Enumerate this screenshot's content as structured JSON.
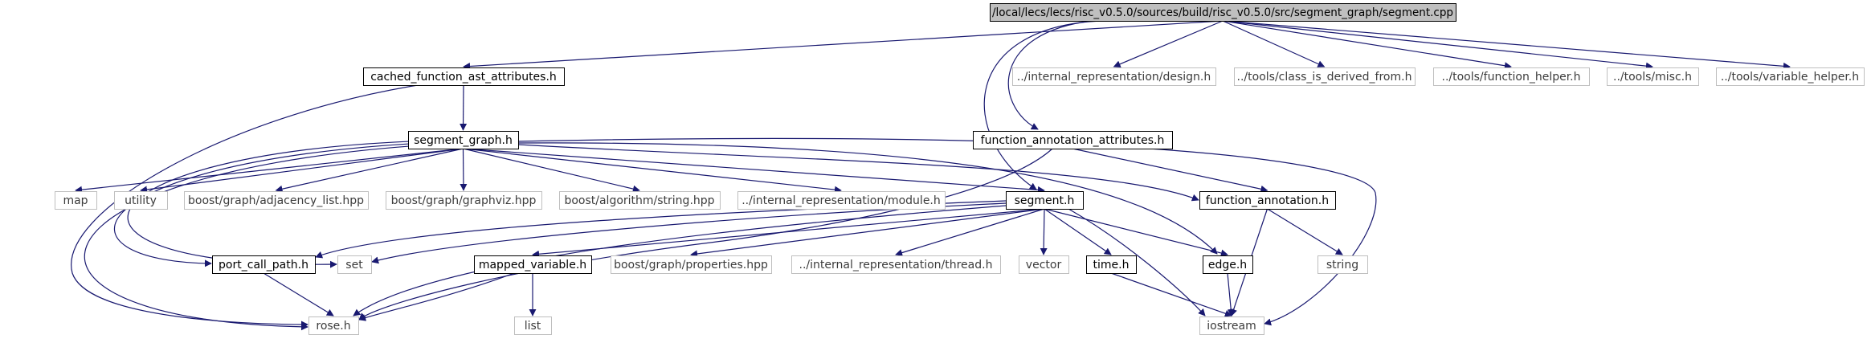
{
  "colors": {
    "edge": "#191970",
    "internal_border": "#000000",
    "external_border": "#bfbfbf",
    "root_fill": "#bfbfbf",
    "background": "#ffffff"
  },
  "nodes": {
    "root": "/local/lecs/lecs/risc_v0.5.0/sources/build/risc_v0.5.0/src/segment_graph/segment.cpp",
    "cached": "cached_function_ast_attributes.h",
    "design": "../internal_representation/design.h",
    "derived": "../tools/class_is_derived_from.h",
    "funchelper": "../tools/function_helper.h",
    "misc": "../tools/misc.h",
    "varhelper": "../tools/variable_helper.h",
    "seggraph": "segment_graph.h",
    "faa": "function_annotation_attributes.h",
    "map": "map",
    "utility": "utility",
    "adjlist": "boost/graph/adjacency_list.hpp",
    "graphviz": "boost/graph/graphviz.hpp",
    "algstr": "boost/algorithm/string.hpp",
    "module": "../internal_representation/module.h",
    "segh": "segment.h",
    "funcann": "function_annotation.h",
    "portcall": "port_call_path.h",
    "set": "set",
    "mapvar": "mapped_variable.h",
    "props": "boost/graph/properties.hpp",
    "thread": "../internal_representation/thread.h",
    "vector": "vector",
    "time": "time.h",
    "edge": "edge.h",
    "string": "string",
    "rose": "rose.h",
    "list": "list",
    "iostream": "iostream"
  },
  "edges": [
    [
      "root",
      "cached"
    ],
    [
      "root",
      "design"
    ],
    [
      "root",
      "derived"
    ],
    [
      "root",
      "funchelper"
    ],
    [
      "root",
      "misc"
    ],
    [
      "root",
      "varhelper"
    ],
    [
      "root",
      "faa"
    ],
    [
      "root",
      "segh"
    ],
    [
      "cached",
      "seggraph"
    ],
    [
      "cached",
      "rose"
    ],
    [
      "seggraph",
      "map"
    ],
    [
      "seggraph",
      "utility"
    ],
    [
      "seggraph",
      "adjlist"
    ],
    [
      "seggraph",
      "graphviz"
    ],
    [
      "seggraph",
      "algstr"
    ],
    [
      "seggraph",
      "module"
    ],
    [
      "seggraph",
      "segh"
    ],
    [
      "seggraph",
      "funcann"
    ],
    [
      "seggraph",
      "edge"
    ],
    [
      "seggraph",
      "iostream"
    ],
    [
      "seggraph",
      "portcall"
    ],
    [
      "seggraph",
      "set"
    ],
    [
      "seggraph",
      "rose"
    ],
    [
      "faa",
      "funcann"
    ],
    [
      "faa",
      "rose"
    ],
    [
      "segh",
      "portcall"
    ],
    [
      "segh",
      "set"
    ],
    [
      "segh",
      "mapvar"
    ],
    [
      "segh",
      "props"
    ],
    [
      "segh",
      "thread"
    ],
    [
      "segh",
      "vector"
    ],
    [
      "segh",
      "time"
    ],
    [
      "segh",
      "edge"
    ],
    [
      "segh",
      "iostream"
    ],
    [
      "segh",
      "rose"
    ],
    [
      "funcann",
      "string"
    ],
    [
      "funcann",
      "iostream"
    ],
    [
      "portcall",
      "rose"
    ],
    [
      "mapvar",
      "rose"
    ],
    [
      "mapvar",
      "list"
    ],
    [
      "time",
      "iostream"
    ],
    [
      "edge",
      "iostream"
    ]
  ]
}
